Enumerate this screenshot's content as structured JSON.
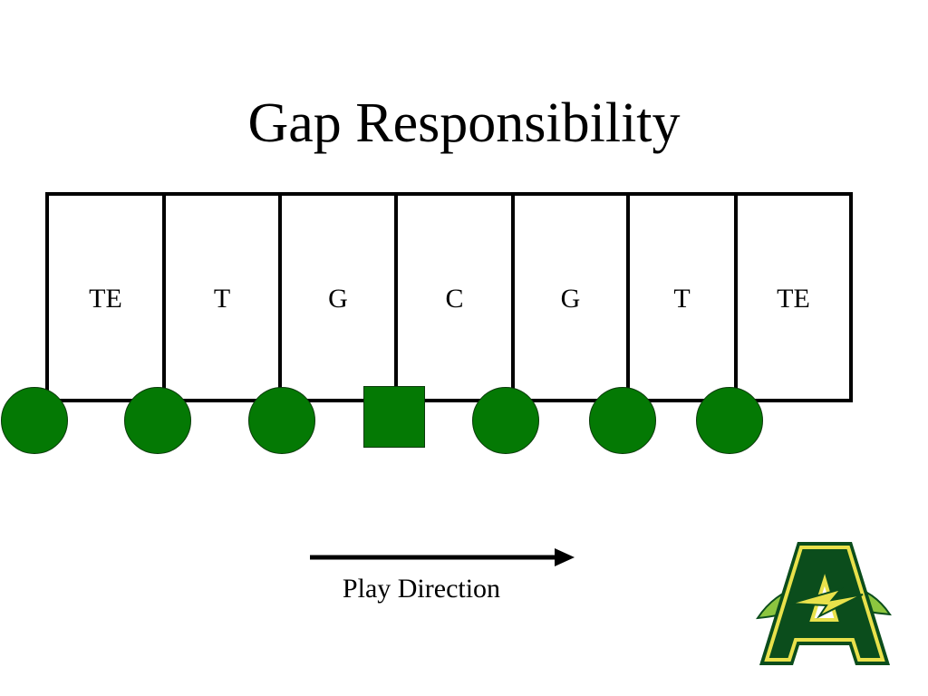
{
  "slide": {
    "title": "Gap Responsibility"
  },
  "gaps": [
    {
      "label": "TE"
    },
    {
      "label": "T"
    },
    {
      "label": "G"
    },
    {
      "label": "C"
    },
    {
      "label": "G"
    },
    {
      "label": "T"
    },
    {
      "label": "TE"
    }
  ],
  "players": [
    {
      "shape": "circle",
      "icon": "player-circle-icon"
    },
    {
      "shape": "circle",
      "icon": "player-circle-icon"
    },
    {
      "shape": "circle",
      "icon": "player-circle-icon"
    },
    {
      "shape": "square",
      "icon": "center-square-icon"
    },
    {
      "shape": "circle",
      "icon": "player-circle-icon"
    },
    {
      "shape": "circle",
      "icon": "player-circle-icon"
    },
    {
      "shape": "circle",
      "icon": "player-circle-icon"
    }
  ],
  "direction": {
    "label": "Play Direction",
    "icon": "arrow-right-icon"
  },
  "logo": {
    "icon": "letter-a-lightning-logo"
  },
  "colors": {
    "player_fill": "#047904",
    "box_stroke": "#000000",
    "logo_green": "#0b4d1c",
    "logo_yellow": "#e9e14b",
    "logo_lime": "#8cc63f"
  }
}
